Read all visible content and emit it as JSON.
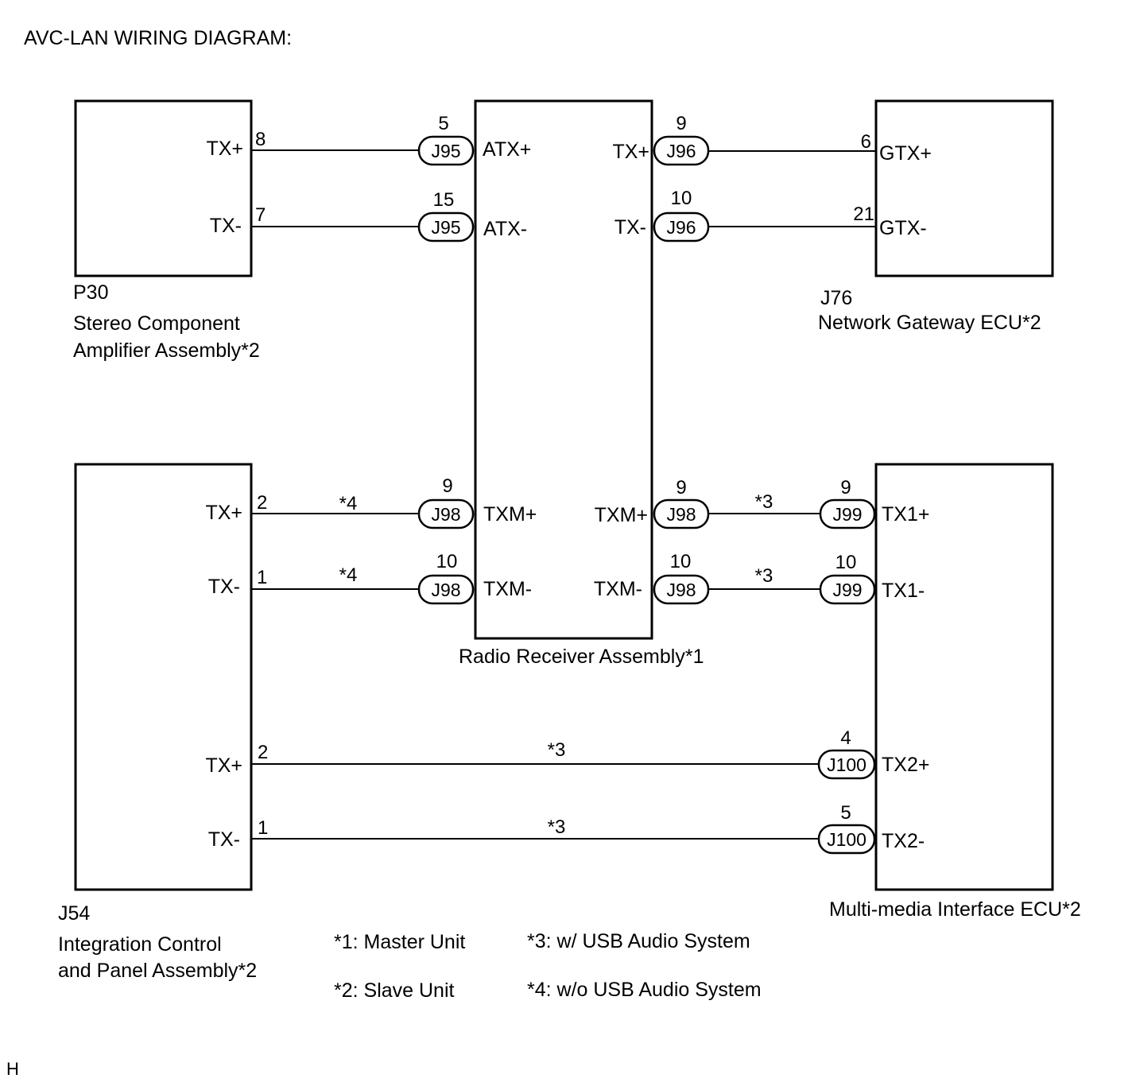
{
  "title": "AVC-LAN WIRING DIAGRAM:",
  "corner_mark": "H",
  "components": {
    "p30": {
      "code": "P30",
      "name_line1": "Stereo Component",
      "name_line2": "Amplifier Assembly*2",
      "pins": [
        "TX+",
        "TX-"
      ],
      "pin_numbers": [
        "8",
        "7"
      ]
    },
    "radio": {
      "name": "Radio Receiver Assembly*1",
      "pins_left": [
        "ATX+",
        "ATX-",
        "TXM+",
        "TXM-"
      ],
      "pins_right": [
        "TX+",
        "TX-",
        "TXM+",
        "TXM-"
      ]
    },
    "j76": {
      "code": "J76",
      "name": "Network Gateway ECU*2",
      "pins": [
        "GTX+",
        "GTX-"
      ],
      "pin_numbers": [
        "6",
        "21"
      ]
    },
    "j54": {
      "code": "J54",
      "name_line1": "Integration Control",
      "name_line2": "and Panel Assembly*2",
      "pins": [
        "TX+",
        "TX-",
        "TX+",
        "TX-"
      ],
      "pin_numbers": [
        "2",
        "1",
        "2",
        "1"
      ]
    },
    "mmi": {
      "name": "Multi-media Interface ECU*2",
      "pins": [
        "TX1+",
        "TX1-",
        "TX2+",
        "TX2-"
      ]
    }
  },
  "connectors": [
    {
      "label": "J95",
      "pin": "5"
    },
    {
      "label": "J95",
      "pin": "15"
    },
    {
      "label": "J96",
      "pin": "9"
    },
    {
      "label": "J96",
      "pin": "10"
    },
    {
      "label": "J98",
      "pin": "9"
    },
    {
      "label": "J98",
      "pin": "10"
    },
    {
      "label": "J98",
      "pin": "9"
    },
    {
      "label": "J98",
      "pin": "10"
    },
    {
      "label": "J99",
      "pin": "9"
    },
    {
      "label": "J99",
      "pin": "10"
    },
    {
      "label": "J100",
      "pin": "4"
    },
    {
      "label": "J100",
      "pin": "5"
    }
  ],
  "wire_notes": [
    "*4",
    "*4",
    "*3",
    "*3",
    "*3",
    "*3"
  ],
  "notes": [
    "*1: Master Unit",
    "*2: Slave Unit",
    "*3: w/ USB Audio System",
    "*4: w/o USB Audio System"
  ]
}
